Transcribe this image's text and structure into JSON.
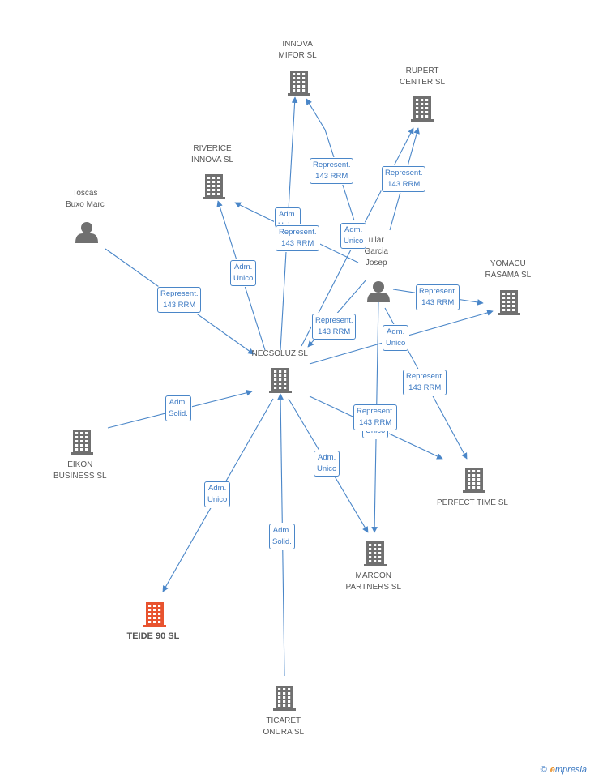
{
  "colors": {
    "edge": "#4a86c8",
    "node": "#707070",
    "focus": "#e8532f",
    "label": "#555555",
    "edge_text": "#3a78c2"
  },
  "nodes": {
    "innova_mifor": {
      "lines": [
        "INNOVA",
        "MIFOR SL"
      ],
      "icon": "building-icon"
    },
    "rupert_center": {
      "lines": [
        "RUPERT",
        "CENTER SL"
      ],
      "icon": "building-icon"
    },
    "riverice_innova": {
      "lines": [
        "RIVERICE",
        "INNOVA SL"
      ],
      "icon": "building-icon"
    },
    "toscas_buxo": {
      "lines": [
        "Toscas",
        "Buxo Marc"
      ],
      "icon": "person-icon"
    },
    "aguilar_garcia": {
      "lines": [
        "uilar",
        "Garcia",
        "Josep"
      ],
      "icon": "person-icon"
    },
    "yomacu_rasama": {
      "lines": [
        "YOMACU",
        "RASAMA  SL"
      ],
      "icon": "building-icon"
    },
    "necsoluz": {
      "lines": [
        "NECSOLUZ SL"
      ],
      "icon": "building-icon"
    },
    "eikon_business": {
      "lines": [
        "EIKON",
        "BUSINESS SL"
      ],
      "icon": "building-icon"
    },
    "perfect_time": {
      "lines": [
        "PERFECT TIME SL"
      ],
      "icon": "building-icon"
    },
    "marcon_partners": {
      "lines": [
        "MARCON",
        "PARTNERS SL"
      ],
      "icon": "building-icon"
    },
    "teide_90": {
      "lines": [
        "TEIDE 90 SL"
      ],
      "icon": "building-icon",
      "focus": true
    },
    "ticaret_onura": {
      "lines": [
        "TICARET",
        "ONURA SL"
      ],
      "icon": "building-icon"
    }
  },
  "edges": [
    {
      "from": "necsoluz",
      "to": "innova_mifor",
      "label": [
        "Adm.",
        "Unico"
      ]
    },
    {
      "from": "aguilar_garcia",
      "to": "innova_mifor",
      "label": [
        "Represent.",
        "143 RRM"
      ]
    },
    {
      "from": "necsoluz",
      "to": "rupert_center",
      "label": [
        "Adm.",
        "Unico"
      ]
    },
    {
      "from": "aguilar_garcia",
      "to": "rupert_center",
      "label": [
        "Represent.",
        "143 RRM"
      ]
    },
    {
      "from": "aguilar_garcia",
      "to": "riverice_innova",
      "label": [
        "Represent.",
        "143 RRM"
      ]
    },
    {
      "from": "necsoluz",
      "to": "riverice_innova",
      "label": [
        "Adm.",
        "Unico"
      ]
    },
    {
      "from": "toscas_buxo",
      "to": "necsoluz",
      "label": [
        "Represent.",
        "143 RRM"
      ]
    },
    {
      "from": "aguilar_garcia",
      "to": "necsoluz",
      "label": [
        "Represent.",
        "143 RRM"
      ]
    },
    {
      "from": "aguilar_garcia",
      "to": "yomacu_rasama",
      "label": [
        "Represent.",
        "143 RRM"
      ]
    },
    {
      "from": "necsoluz",
      "to": "yomacu_rasama",
      "label": [
        "Adm.",
        "Unico"
      ]
    },
    {
      "from": "aguilar_garcia",
      "to": "perfect_time",
      "label": [
        "Represent.",
        "143 RRM"
      ]
    },
    {
      "from": "necsoluz",
      "to": "perfect_time",
      "label": [
        "Adm.",
        "Unico"
      ]
    },
    {
      "from": "aguilar_garcia",
      "to": "marcon_partners",
      "label": [
        "Represent.",
        "143 RRM"
      ]
    },
    {
      "from": "necsoluz",
      "to": "marcon_partners",
      "label": [
        "Adm.",
        "Unico"
      ]
    },
    {
      "from": "eikon_business",
      "to": "necsoluz",
      "label": [
        "Adm.",
        "Solid."
      ]
    },
    {
      "from": "necsoluz",
      "to": "teide_90",
      "label": [
        "Adm.",
        "Unico"
      ]
    },
    {
      "from": "ticaret_onura",
      "to": "necsoluz",
      "label": [
        "Adm.",
        "Solid."
      ]
    }
  ],
  "footer": {
    "copyright": "©",
    "brand_initial": "e",
    "brand_rest": "mpresia"
  }
}
